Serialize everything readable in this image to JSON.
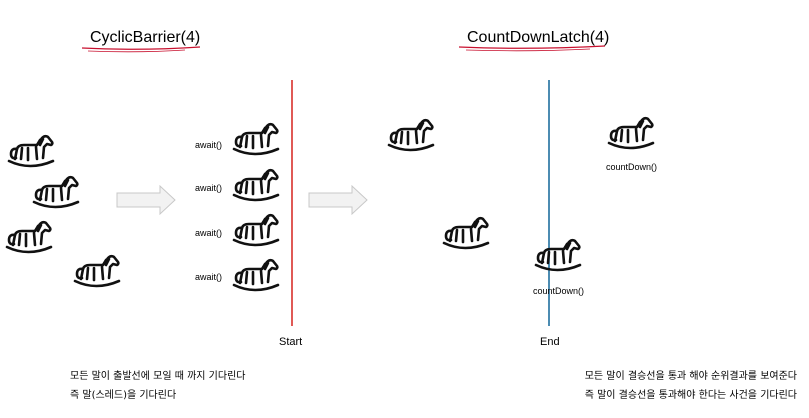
{
  "titles": {
    "left": "CyclicBarrier(4)",
    "right": "CountDownLatch(4)"
  },
  "barrier_labels": [
    "await()",
    "await()",
    "await()",
    "await()"
  ],
  "latch_labels": [
    "countDown()",
    "countDown()"
  ],
  "lines": {
    "start_label": "Start",
    "end_label": "End"
  },
  "notes": {
    "left_line1": "모든 말이 출발선에 모일 때 까지 기다린다",
    "left_line2": "즉 말(스레드)을 기다린다",
    "right_line1": "모든 말이 결승선을 통과 해야 순위결과를 보여준다",
    "right_line2": "즉 말이 결승선을 통과해야 한다는 사건을 기다린다"
  },
  "colors": {
    "start_line": "#d9302c",
    "end_line": "#1f6f9f",
    "underline": "#c8102e",
    "arrow_fill": "#f2f2f2",
    "arrow_stroke": "#c8c8c8",
    "horse": "#111111"
  },
  "icons": {
    "horse": "rocking-horse-icon",
    "arrow": "right-arrow-icon"
  }
}
